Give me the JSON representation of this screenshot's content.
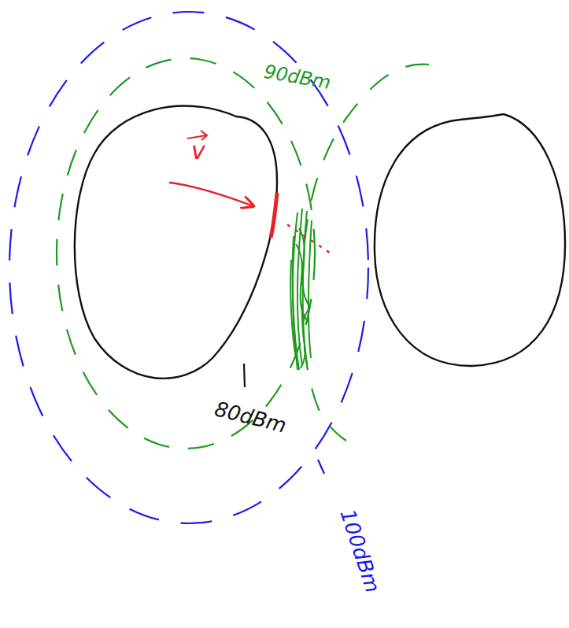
{
  "diagram": {
    "labels": [
      "v",
      "90dBm",
      "80dBm",
      "100dBm"
    ]
  }
}
